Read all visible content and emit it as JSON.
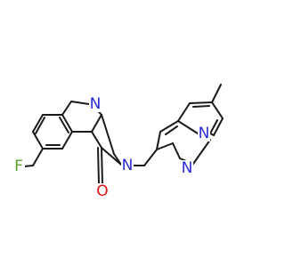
{
  "molecule": {
    "atom_labels": {
      "fluorine": "F",
      "n1_quinazoline": "N",
      "n3_quinazoline": "N",
      "oxygen": "O",
      "n_imidazo_bridge": "N",
      "n_imidazo": "N"
    },
    "colors": {
      "bond": "#1a1a1a",
      "nitrogen": "#2a2ad8",
      "oxygen": "#e01010",
      "fluorine": "#5aa02a"
    }
  }
}
